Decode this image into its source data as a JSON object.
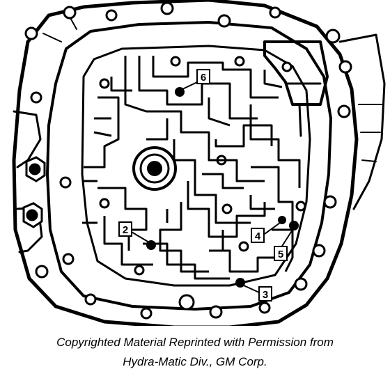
{
  "callouts": [
    {
      "id": "2",
      "label": "2"
    },
    {
      "id": "3",
      "label": "3"
    },
    {
      "id": "4",
      "label": "4"
    },
    {
      "id": "5",
      "label": "5"
    },
    {
      "id": "6",
      "label": "6"
    }
  ],
  "caption": {
    "line1": "Copyrighted Material Reprinted with Permission from",
    "line2": "Hydra-Matic Div., GM Corp."
  }
}
